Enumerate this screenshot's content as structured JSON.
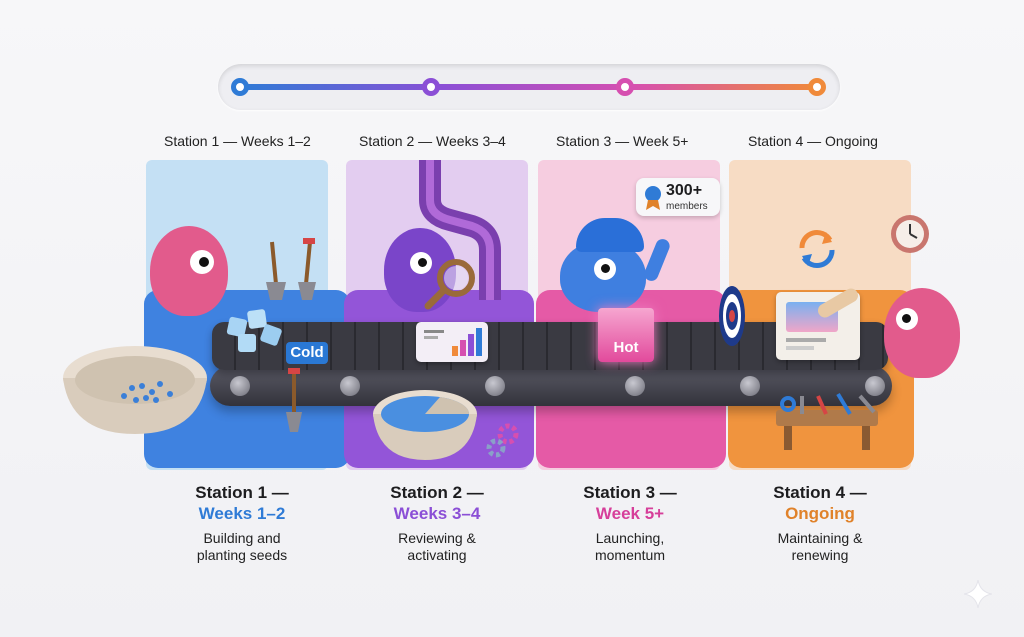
{
  "progress": {
    "dot_colors": [
      "#2f7bd6",
      "#8b4fd6",
      "#d64fb0",
      "#f08a3a"
    ]
  },
  "stations": [
    {
      "top_label": "Station 1 — Weeks 1–2",
      "title": "Station 1 —",
      "subtitle": "Weeks 1–2",
      "desc_line1": "Building and",
      "desc_line2": "planting seeds",
      "color": "#2f7bd6",
      "panel_color": "#c4e0f4",
      "mat_color": "#3f82e0"
    },
    {
      "top_label": "Station 2 — Weeks 3–4",
      "title": "Station 2 —",
      "subtitle": "Weeks 3–4",
      "desc_line1": "Reviewing &",
      "desc_line2": "activating",
      "color": "#8b4fd6",
      "panel_color": "#e3cdf0",
      "mat_color": "#9355d8"
    },
    {
      "top_label": "Station 3 — Week 5+",
      "title": "Station 3 —",
      "subtitle": "Week 5+",
      "desc_line1": "Launching,",
      "desc_line2": "momentum",
      "color": "#d63f9a",
      "panel_color": "#f6cde0",
      "mat_color": "#e55aa6"
    },
    {
      "top_label": "Station 4 — Ongoing",
      "title": "Station 4 —",
      "subtitle": "Ongoing",
      "desc_line1": "Maintaining &",
      "desc_line2": "renewing",
      "color": "#e0822a",
      "panel_color": "#f7dcc4",
      "mat_color": "#f0943e"
    }
  ],
  "labels": {
    "cold": "Cold",
    "hot": "Hot",
    "members_count": "300+",
    "members_label": "members"
  },
  "icons": [
    "gear-icon",
    "clock-icon",
    "refresh-icon",
    "target-icon",
    "magnifier-icon",
    "award-ribbon-icon",
    "chart-icon",
    "tools-icon",
    "shovel-icon"
  ]
}
